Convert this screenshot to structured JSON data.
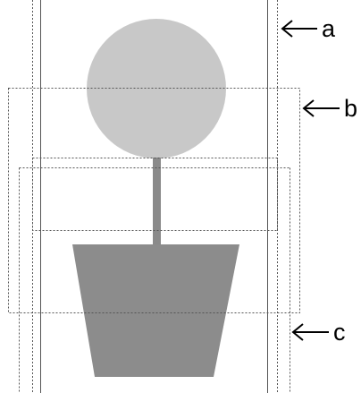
{
  "labels": {
    "a": "a",
    "b": "b",
    "c": "c"
  },
  "colors": {
    "background": "#ffffff",
    "solid_line": "#555555",
    "dotted_line": "#555555",
    "circle": "#c8c8c8",
    "stem": "#8a8a8a",
    "pot": "#8c8c8c",
    "arrow": "#000000",
    "text": "#000000"
  }
}
